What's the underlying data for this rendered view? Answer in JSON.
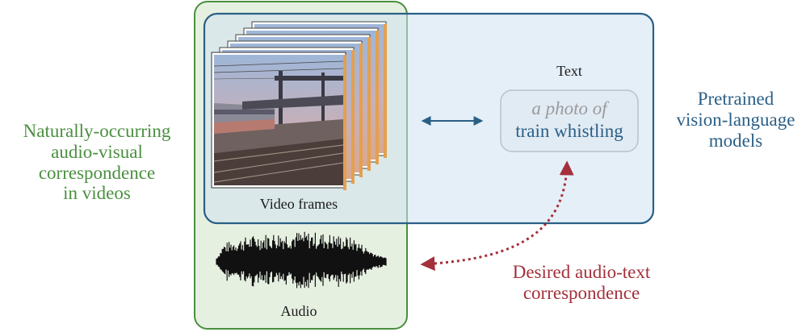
{
  "labels": {
    "left_caption": [
      "Naturally-occurring",
      "audio-visual",
      "correspondence",
      "in videos"
    ],
    "right_caption": [
      "Pretrained",
      "vision-language",
      "models"
    ],
    "text_heading": "Text",
    "prompt_prefix": "a photo of",
    "prompt_class": "train whistling",
    "video_label": "Video frames",
    "audio_label": "Audio",
    "desired_caption": [
      "Desired audio-text",
      "correspondence"
    ]
  },
  "colors": {
    "green": "#4a8f3f",
    "blue": "#2a5f86",
    "red": "#a3303b",
    "green_fill": "#e6f0e1",
    "blue_fill": "#e1edf6"
  },
  "icons": {
    "video_frames": "train-station-photo-stack",
    "audio": "waveform-icon"
  }
}
